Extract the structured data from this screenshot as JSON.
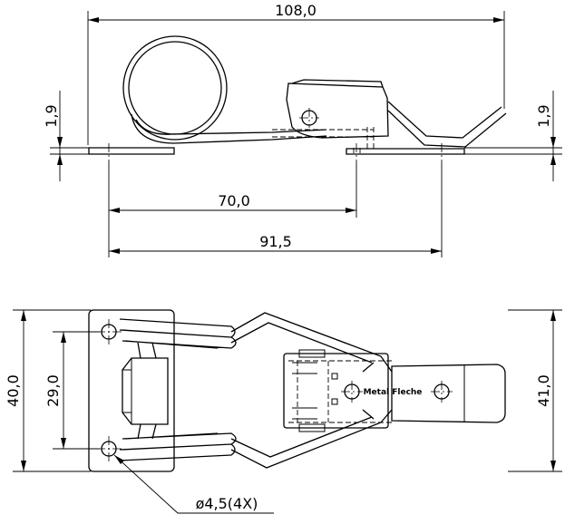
{
  "dimensions": {
    "overall_length": "108,0",
    "thickness_left": "1,9",
    "thickness_right": "1,9",
    "hole_spacing_a": "70,0",
    "hole_spacing_b": "91,5",
    "width_outer": "40,0",
    "hole_pitch": "29,0",
    "width_hook": "41,0",
    "hole_diameter": "ø4,5(4X)"
  },
  "stamp": {
    "text": "Metal Fleche"
  }
}
